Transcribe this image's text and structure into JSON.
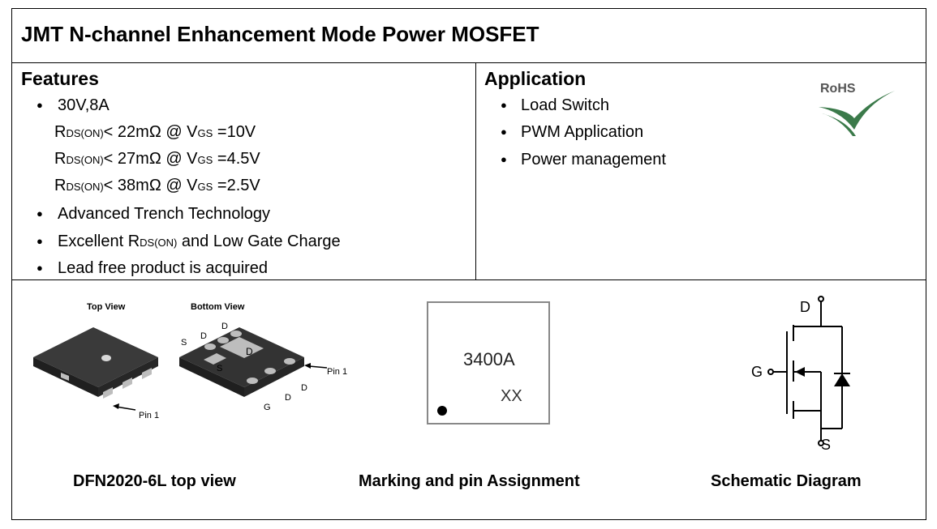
{
  "title": "JMT N-channel Enhancement Mode Power MOSFET",
  "features": {
    "heading": "Features",
    "rating": "30V,8A",
    "rds_lines": [
      {
        "r": "R",
        "r_sub": "DS(ON)",
        "mid": "< 22mΩ @ V",
        "v_sub": "GS",
        "tail": " =10V"
      },
      {
        "r": "R",
        "r_sub": "DS(ON)",
        "mid": "< 27mΩ @ V",
        "v_sub": "GS",
        "tail": " =4.5V"
      },
      {
        "r": "R",
        "r_sub": "DS(ON)",
        "mid": "< 38mΩ @ V",
        "v_sub": "GS",
        "tail": " =2.5V"
      }
    ],
    "trench": "Advanced Trench Technology",
    "excellent_pre": "Excellent R",
    "excellent_sub": "DS(ON)",
    "excellent_post": " and Low Gate Charge",
    "lead_free": "Lead free product is acquired"
  },
  "application": {
    "heading": "Application",
    "items": [
      "Load Switch",
      "PWM Application",
      "Power management"
    ],
    "rohs_label": "RoHS"
  },
  "package_figure": {
    "top_view_label": "Top View",
    "bottom_view_label": "Bottom View",
    "pin1_label_a": "Pin 1",
    "pin1_label_b": "Pin 1",
    "pad_labels": {
      "s1": "S",
      "d1": "D",
      "d2": "D",
      "d_center": "D",
      "s_center": "S",
      "d3": "D",
      "d4": "D",
      "g": "G"
    }
  },
  "marking": {
    "code": "3400A",
    "lot": "XX"
  },
  "schematic": {
    "d": "D",
    "g": "G",
    "s": "S"
  },
  "captions": {
    "package": "DFN2020-6L top view",
    "marking": "Marking and pin Assignment",
    "schematic": "Schematic Diagram"
  },
  "colors": {
    "rohs_green": "#3b7a4a",
    "package_body": "#2b2b2b",
    "pad": "#bdbdbd"
  }
}
